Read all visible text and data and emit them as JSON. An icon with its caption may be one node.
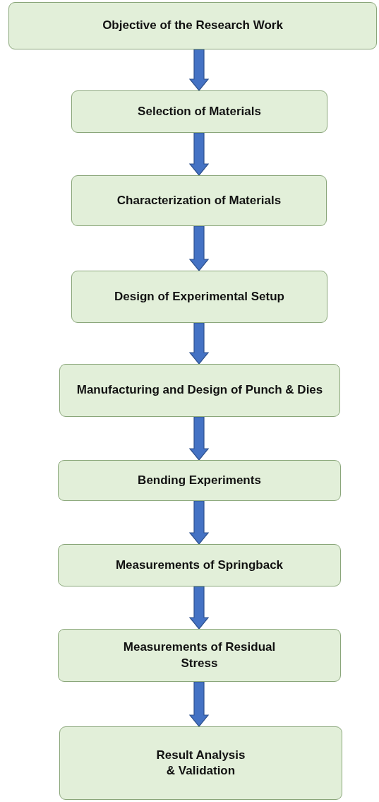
{
  "diagram": {
    "nodes": [
      {
        "text": [
          "Objective of the Research Work"
        ]
      },
      {
        "text": [
          "Selection of Materials"
        ]
      },
      {
        "text": [
          "Characterization of Materials"
        ]
      },
      {
        "text": [
          "Design of Experimental Setup"
        ]
      },
      {
        "text": [
          "Manufacturing and Design of Punch & Dies"
        ]
      },
      {
        "text": [
          "Bending Experiments"
        ]
      },
      {
        "text": [
          "Measurements of Springback"
        ]
      },
      {
        "text": [
          "Measurements of Residual Stress"
        ]
      },
      {
        "text": [
          "Result Analysis & Validation"
        ]
      }
    ],
    "edges": [
      {
        "from": 0,
        "to": 1,
        "arrow": "to"
      },
      {
        "from": 1,
        "to": 2,
        "arrow": "to"
      },
      {
        "from": 2,
        "to": 3,
        "arrow": "to"
      },
      {
        "from": 3,
        "to": 4,
        "arrow": "to"
      },
      {
        "from": 4,
        "to": 5,
        "arrow": "to"
      },
      {
        "from": 5,
        "to": 6,
        "arrow": "to"
      },
      {
        "from": 6,
        "to": 7,
        "arrow": "to"
      },
      {
        "from": 7,
        "to": 8,
        "arrow": "to"
      }
    ]
  }
}
